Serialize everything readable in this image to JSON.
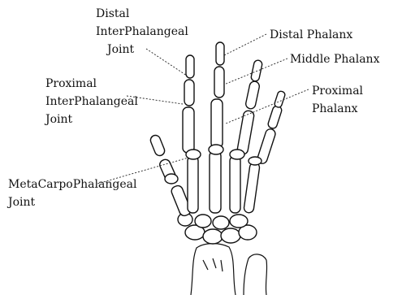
{
  "labels": {
    "dip_line1": "Distal",
    "dip_line2": "InterPhalangeal",
    "dip_line3": "Joint",
    "distal_phalanx": "Distal Phalanx",
    "middle_phalanx": "Middle Phalanx",
    "pip_line1": "Proximal",
    "pip_line2": "InterPhalangeal",
    "pip_line3": "Joint",
    "proximal_phalanx_line1": "Proximal",
    "proximal_phalanx_line2": "Phalanx",
    "mcp_line1": "MetaCarpoPhalangeal",
    "mcp_line2": "Joint"
  },
  "colors": {
    "ink": "#111111",
    "background": "#ffffff"
  }
}
